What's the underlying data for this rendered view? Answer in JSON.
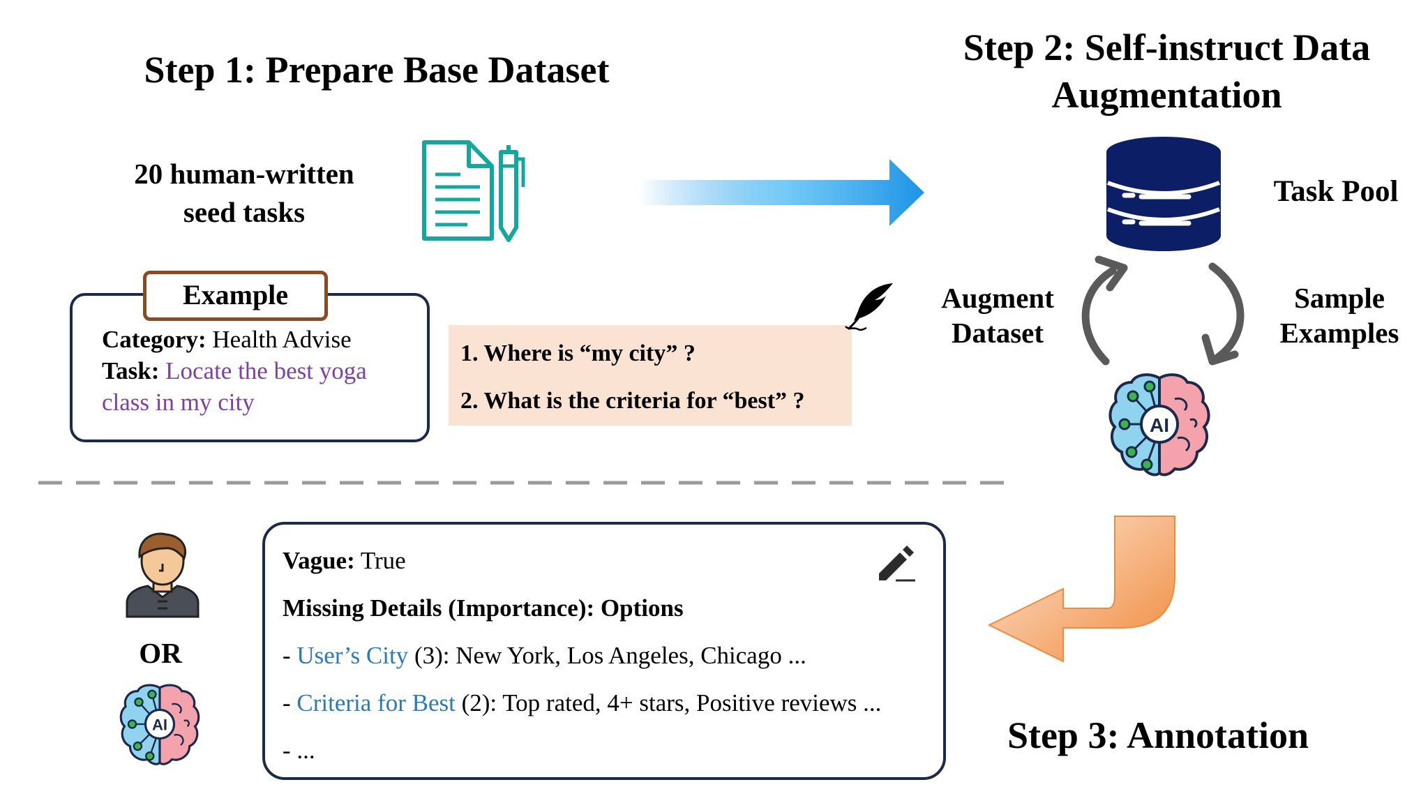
{
  "step1": {
    "title": "Step 1: Prepare Base Dataset",
    "seed_line1": "20 human-written",
    "seed_line2": "seed tasks"
  },
  "step2": {
    "title_line1": "Step 2: Self-instruct Data",
    "title_line2": "Augmentation",
    "task_pool": "Task Pool",
    "augment_line1": "Augment",
    "augment_line2": "Dataset",
    "sample_line1": "Sample",
    "sample_line2": "Examples"
  },
  "step3": {
    "title": "Step 3: Annotation",
    "or_label": "OR"
  },
  "example": {
    "tag": "Example",
    "category_key": "Category:",
    "category_value": "Health Advise",
    "task_key": "Task:",
    "task_value_line1": "Locate the best yoga",
    "task_value_line2": "class in my city"
  },
  "questions": [
    "1. Where is “my city” ?",
    "2. What is the criteria for “best” ?"
  ],
  "annotation": {
    "vague_key": "Vague:",
    "vague_value": "True",
    "missing_header": "Missing Details (Importance): Options",
    "item1_dash": "- ",
    "item1_name": "User’s City",
    "item1_rest": " (3): New York, Los Angeles, Chicago ...",
    "item2_dash": "- ",
    "item2_name": "Criteria for Best",
    "item2_rest": " (2): Top rated, 4+ stars, Positive reviews ...",
    "item3": "- ..."
  },
  "icons": {
    "document": "document-pencil-icon",
    "database": "database-icon",
    "brain": "ai-brain-icon",
    "person": "person-icon",
    "quill": "quill-icon",
    "edit": "edit-pencil-icon"
  },
  "colors": {
    "teal": "#13a89e",
    "navy": "#0c1f66",
    "blue_arrow": "#1e93e6",
    "orange_arrow": "#f08a3c",
    "purple_text": "#7b3fa5",
    "blue_text": "#2a7ab8",
    "question_bg": "#fbe3d4",
    "example_border": "#8b4a1f",
    "brain_blue": "#8fd3ef",
    "brain_pink": "#f4a3ad"
  }
}
